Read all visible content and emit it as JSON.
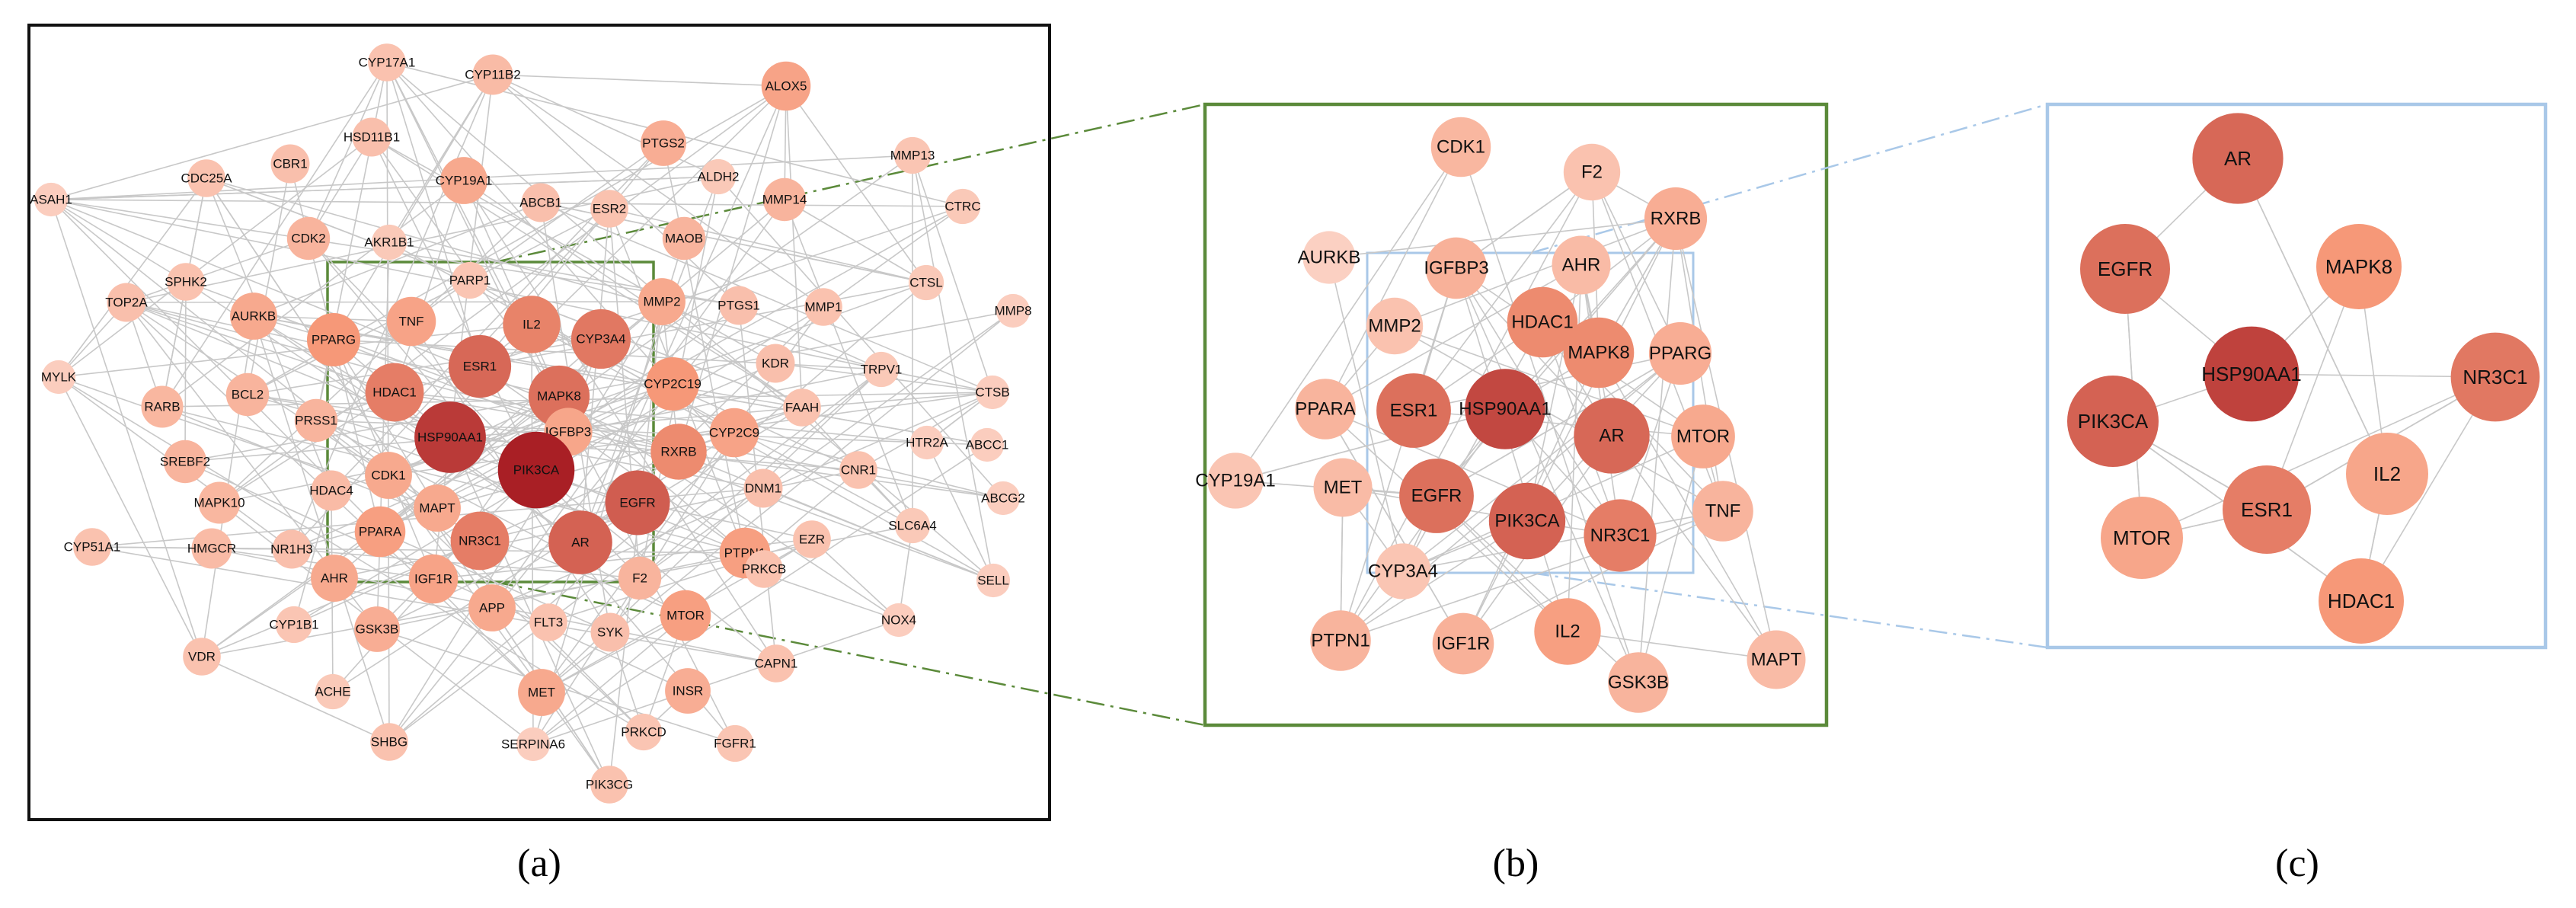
{
  "panels": {
    "a": {
      "caption": "(a)",
      "nodes": [
        {
          "label": "CYP17A1",
          "tone": 0.2
        },
        {
          "label": "CYP11B2",
          "tone": 0.25
        },
        {
          "label": "ALOX5",
          "tone": 0.42
        },
        {
          "label": "CBR1",
          "tone": 0.22
        },
        {
          "label": "HSD11B1",
          "tone": 0.22
        },
        {
          "label": "PTGS2",
          "tone": 0.35
        },
        {
          "label": "MMP13",
          "tone": 0.18
        },
        {
          "label": "ASAH1",
          "tone": 0.12
        },
        {
          "label": "CDC25A",
          "tone": 0.2
        },
        {
          "label": "CYP19A1",
          "tone": 0.38
        },
        {
          "label": "ABCB1",
          "tone": 0.22
        },
        {
          "label": "ESR2",
          "tone": 0.2
        },
        {
          "label": "ALDH2",
          "tone": 0.15
        },
        {
          "label": "MMP14",
          "tone": 0.3
        },
        {
          "label": "CTRC",
          "tone": 0.15
        },
        {
          "label": "CDK2",
          "tone": 0.3
        },
        {
          "label": "AKR1B1",
          "tone": 0.15
        },
        {
          "label": "MAOB",
          "tone": 0.3
        },
        {
          "label": "SPHK2",
          "tone": 0.2
        },
        {
          "label": "PARP1",
          "tone": 0.18
        },
        {
          "label": "TOP2A",
          "tone": 0.22
        },
        {
          "label": "AURKB",
          "tone": 0.38
        },
        {
          "label": "PPARG",
          "tone": 0.5
        },
        {
          "label": "TNF",
          "tone": 0.42
        },
        {
          "label": "IL2",
          "tone": 0.58
        },
        {
          "label": "CYP3A4",
          "tone": 0.62
        },
        {
          "label": "MMP2",
          "tone": 0.38
        },
        {
          "label": "PTGS1",
          "tone": 0.22
        },
        {
          "label": "MMP1",
          "tone": 0.2
        },
        {
          "label": "CTSL",
          "tone": 0.15
        },
        {
          "label": "MMP8",
          "tone": 0.12
        },
        {
          "label": "MYLK",
          "tone": 0.12
        },
        {
          "label": "ESR1",
          "tone": 0.68
        },
        {
          "label": "KDR",
          "tone": 0.22
        },
        {
          "label": "TRPV1",
          "tone": 0.15
        },
        {
          "label": "BCL2",
          "tone": 0.3
        },
        {
          "label": "HDAC1",
          "tone": 0.6
        },
        {
          "label": "MAPK8",
          "tone": 0.65
        },
        {
          "label": "CYP2C19",
          "tone": 0.5
        },
        {
          "label": "CTSB",
          "tone": 0.12
        },
        {
          "label": "RARB",
          "tone": 0.28
        },
        {
          "label": "PRSS1",
          "tone": 0.3
        },
        {
          "label": "HSP90AA1",
          "tone": 0.85
        },
        {
          "label": "IGFBP3",
          "tone": 0.4
        },
        {
          "label": "FAAH",
          "tone": 0.2
        },
        {
          "label": "HTR2A",
          "tone": 0.12
        },
        {
          "label": "ABCC1",
          "tone": 0.12
        },
        {
          "label": "SREBF2",
          "tone": 0.3
        },
        {
          "label": "PIK3CA",
          "tone": 0.95
        },
        {
          "label": "CDK1",
          "tone": 0.38
        },
        {
          "label": "RXRB",
          "tone": 0.55
        },
        {
          "label": "CYP2C9",
          "tone": 0.42
        },
        {
          "label": "CNR1",
          "tone": 0.2
        },
        {
          "label": "ABCG2",
          "tone": 0.12
        },
        {
          "label": "MAPK10",
          "tone": 0.28
        },
        {
          "label": "HDAC4",
          "tone": 0.25
        },
        {
          "label": "MAPT",
          "tone": 0.38
        },
        {
          "label": "EGFR",
          "tone": 0.72
        },
        {
          "label": "DNM1",
          "tone": 0.22
        },
        {
          "label": "SLC6A4",
          "tone": 0.15
        },
        {
          "label": "PPARA",
          "tone": 0.45
        },
        {
          "label": "CYP51A1",
          "tone": 0.2
        },
        {
          "label": "HMGCR",
          "tone": 0.25
        },
        {
          "label": "NR1H3",
          "tone": 0.22
        },
        {
          "label": "NR3C1",
          "tone": 0.6
        },
        {
          "label": "AR",
          "tone": 0.7
        },
        {
          "label": "PTPN1",
          "tone": 0.45
        },
        {
          "label": "EZR",
          "tone": 0.2
        },
        {
          "label": "SELL",
          "tone": 0.12
        },
        {
          "label": "AHR",
          "tone": 0.38
        },
        {
          "label": "IGF1R",
          "tone": 0.42
        },
        {
          "label": "F2",
          "tone": 0.3
        },
        {
          "label": "PRKCB",
          "tone": 0.2
        },
        {
          "label": "CYP1B1",
          "tone": 0.18
        },
        {
          "label": "GSK3B",
          "tone": 0.35
        },
        {
          "label": "APP",
          "tone": 0.38
        },
        {
          "label": "FLT3",
          "tone": 0.2
        },
        {
          "label": "MTOR",
          "tone": 0.45
        },
        {
          "label": "NOX4",
          "tone": 0.12
        },
        {
          "label": "VDR",
          "tone": 0.2
        },
        {
          "label": "SYK",
          "tone": 0.22
        },
        {
          "label": "CAPN1",
          "tone": 0.2
        },
        {
          "label": "ACHE",
          "tone": 0.15
        },
        {
          "label": "MET",
          "tone": 0.38
        },
        {
          "label": "INSR",
          "tone": 0.35
        },
        {
          "label": "SHBG",
          "tone": 0.2
        },
        {
          "label": "SERPINA6",
          "tone": 0.12
        },
        {
          "label": "PRKCD",
          "tone": 0.18
        },
        {
          "label": "FGFR1",
          "tone": 0.18
        },
        {
          "label": "PIK3CG",
          "tone": 0.2
        }
      ]
    },
    "b": {
      "caption": "(b)",
      "nodes": [
        {
          "label": "CDK1",
          "tone": 0.28
        },
        {
          "label": "F2",
          "tone": 0.2
        },
        {
          "label": "RXRB",
          "tone": 0.35
        },
        {
          "label": "AURKB",
          "tone": 0.1
        },
        {
          "label": "IGFBP3",
          "tone": 0.32
        },
        {
          "label": "AHR",
          "tone": 0.25
        },
        {
          "label": "HDAC1",
          "tone": 0.55
        },
        {
          "label": "MMP2",
          "tone": 0.2
        },
        {
          "label": "MAPK8",
          "tone": 0.55
        },
        {
          "label": "PPARG",
          "tone": 0.35
        },
        {
          "label": "PPARA",
          "tone": 0.3
        },
        {
          "label": "ESR1",
          "tone": 0.65
        },
        {
          "label": "HSP90AA1",
          "tone": 0.8
        },
        {
          "label": "AR",
          "tone": 0.68
        },
        {
          "label": "MTOR",
          "tone": 0.38
        },
        {
          "label": "CYP19A1",
          "tone": 0.18
        },
        {
          "label": "MET",
          "tone": 0.25
        },
        {
          "label": "EGFR",
          "tone": 0.65
        },
        {
          "label": "PIK3CA",
          "tone": 0.7
        },
        {
          "label": "NR3C1",
          "tone": 0.6
        },
        {
          "label": "TNF",
          "tone": 0.3
        },
        {
          "label": "CYP3A4",
          "tone": 0.18
        },
        {
          "label": "PTPN1",
          "tone": 0.3
        },
        {
          "label": "IGF1R",
          "tone": 0.32
        },
        {
          "label": "IL2",
          "tone": 0.45
        },
        {
          "label": "GSK3B",
          "tone": 0.3
        },
        {
          "label": "MAPT",
          "tone": 0.25
        }
      ]
    },
    "c": {
      "caption": "(c)",
      "nodes": [
        {
          "label": "AR",
          "tone": 0.68
        },
        {
          "label": "EGFR",
          "tone": 0.65
        },
        {
          "label": "MAPK8",
          "tone": 0.5
        },
        {
          "label": "HSP90AA1",
          "tone": 0.82
        },
        {
          "label": "NR3C1",
          "tone": 0.62
        },
        {
          "label": "PIK3CA",
          "tone": 0.7
        },
        {
          "label": "IL2",
          "tone": 0.4
        },
        {
          "label": "MTOR",
          "tone": 0.4
        },
        {
          "label": "ESR1",
          "tone": 0.6
        },
        {
          "label": "HDAC1",
          "tone": 0.5
        }
      ]
    }
  }
}
